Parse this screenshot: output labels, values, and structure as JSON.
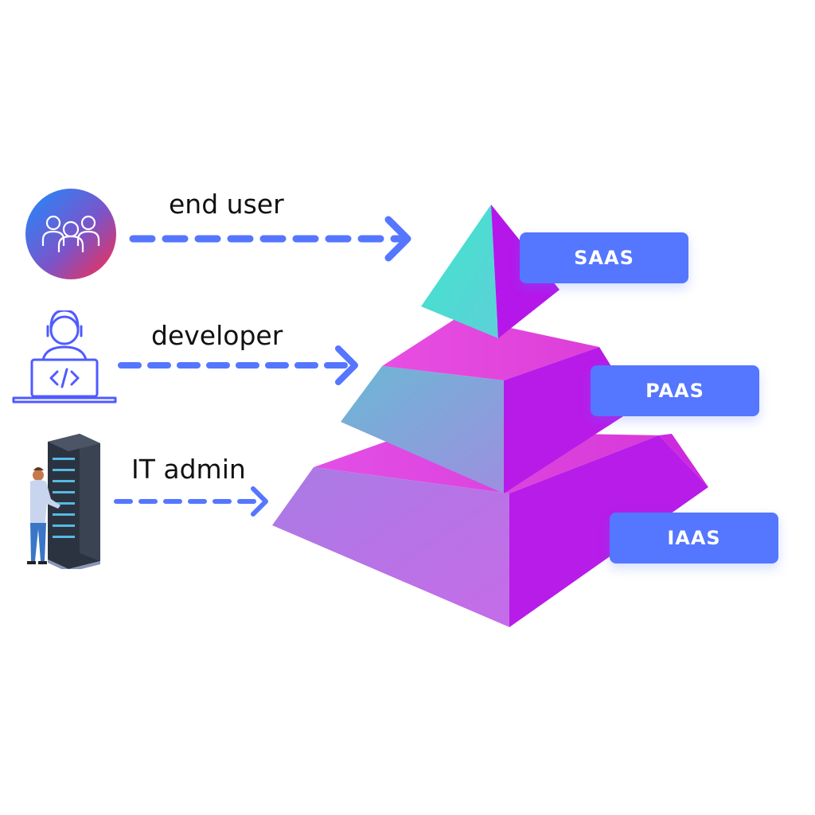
{
  "actors": [
    {
      "id": "end-user",
      "label": "end user",
      "icon": "users-group-icon"
    },
    {
      "id": "developer",
      "label": "developer",
      "icon": "developer-laptop-icon"
    },
    {
      "id": "it-admin",
      "label": "IT admin",
      "icon": "server-rack-admin-icon"
    }
  ],
  "tiers": [
    {
      "id": "saas",
      "label": "SAAS"
    },
    {
      "id": "paas",
      "label": "PAAS"
    },
    {
      "id": "iaas",
      "label": "IAAS"
    }
  ],
  "colors": {
    "accent_blue": "#5576ff",
    "pyramid_magenta": "#e04ae0",
    "pyramid_purple": "#b617ea",
    "apex_teal": "#4ad9cf"
  }
}
